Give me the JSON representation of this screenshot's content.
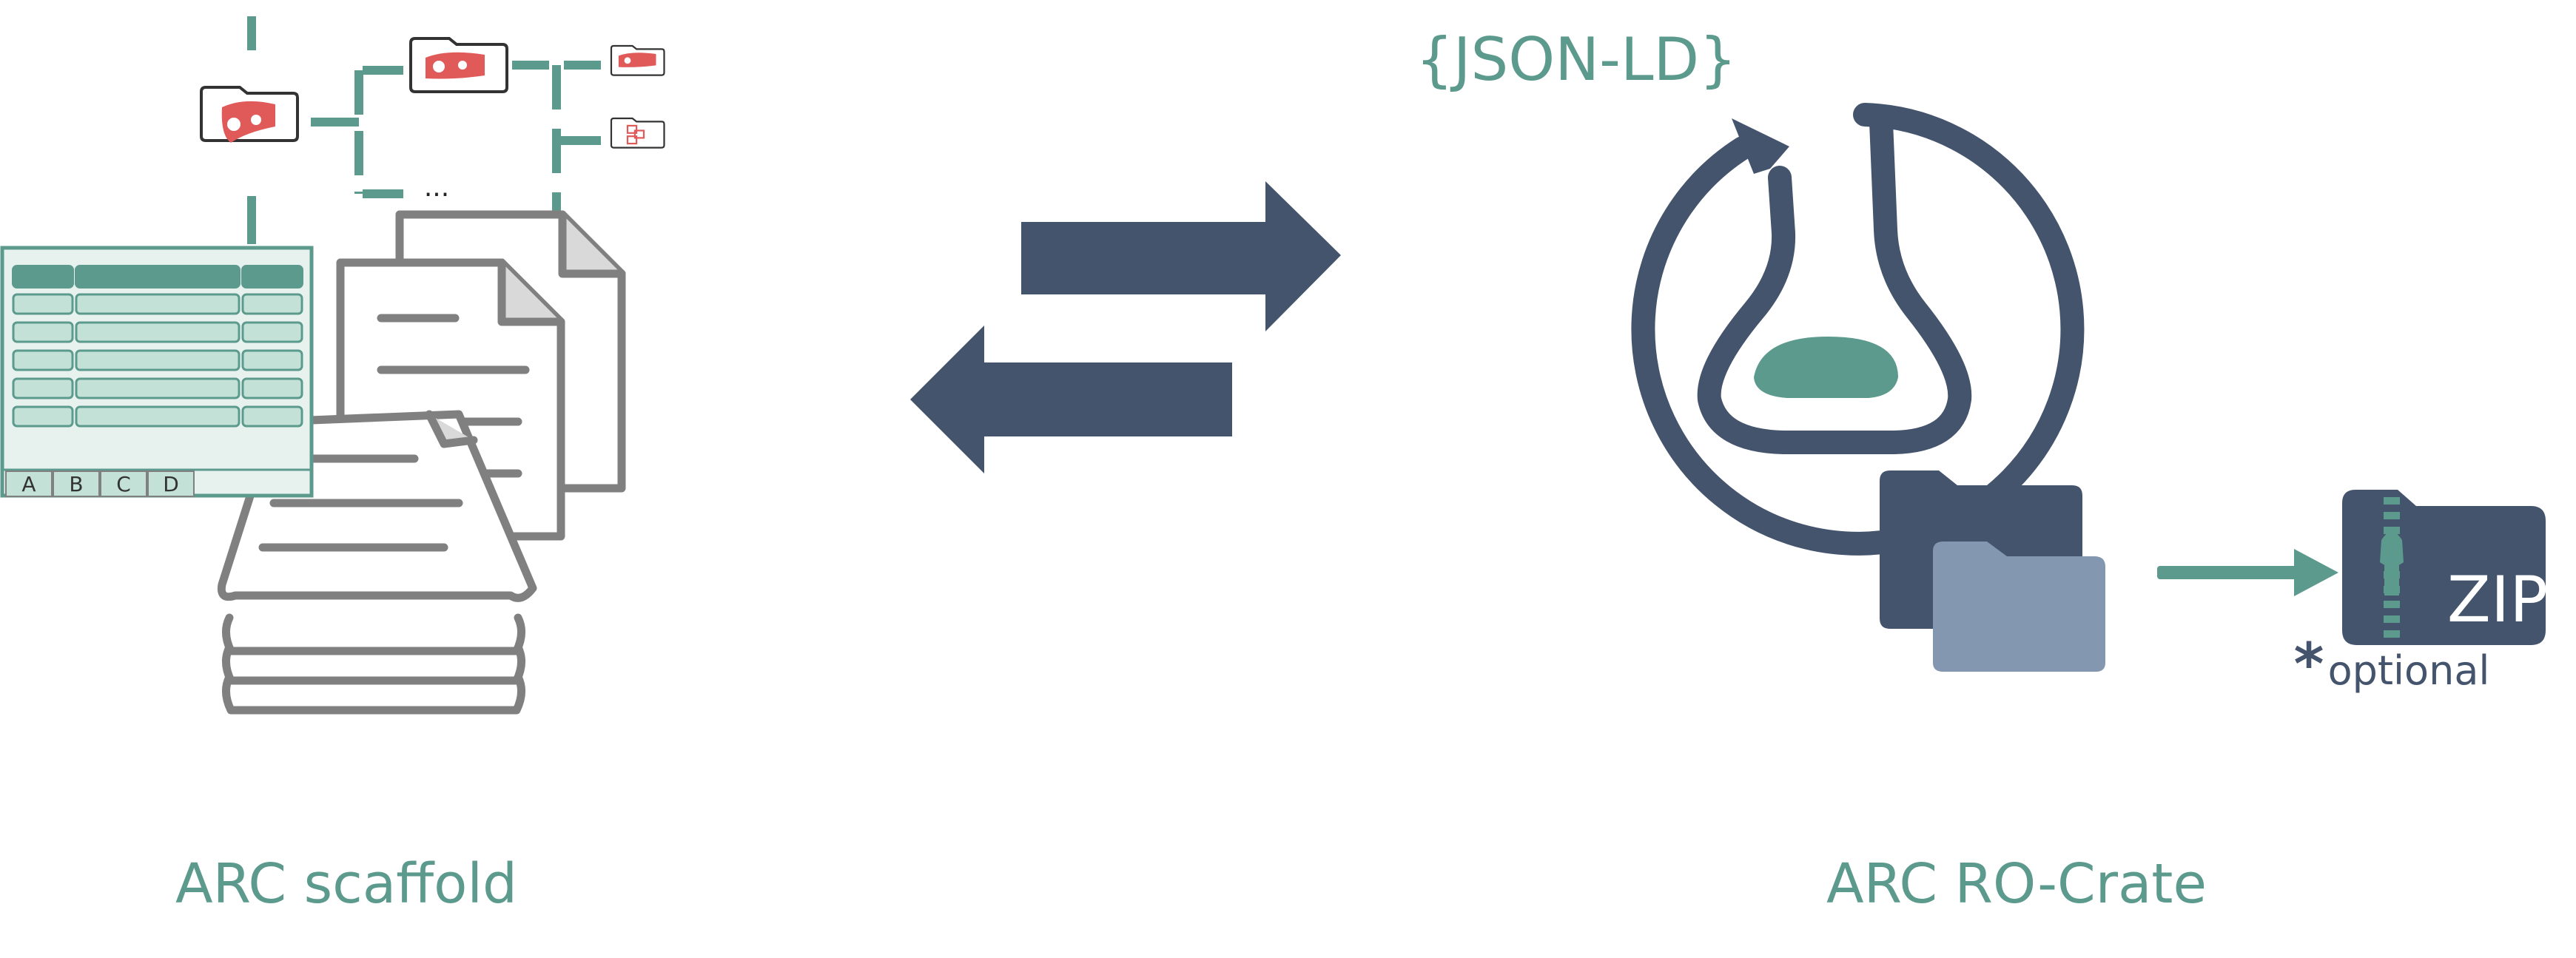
{
  "labels": {
    "left_caption": "ARC scaffold",
    "right_caption": "ARC RO-Crate",
    "json_ld": "{JSON-LD}",
    "zip": "ZIP",
    "optional_star": "*",
    "optional": "optional",
    "ellipsis": "..."
  },
  "sheet_tabs": [
    "A",
    "B",
    "C",
    "D"
  ],
  "icons": {
    "folder_tree": "folder-tree-icon",
    "spreadsheet": "spreadsheet-icon",
    "documents": "document-stack-icon",
    "arrows": "bidirectional-arrows-icon",
    "ro_crate": "ro-crate-flask-icon",
    "folders": "folders-icon",
    "zip": "zip-folder-icon"
  },
  "colors": {
    "teal": "#5b9a8d",
    "navy": "#44546c",
    "gray": "#808080",
    "red": "#e05a5a",
    "light_folder": "#8497b0",
    "sheet_fill": "#e7f2ee",
    "cell_fill": "#c3e1d6"
  }
}
